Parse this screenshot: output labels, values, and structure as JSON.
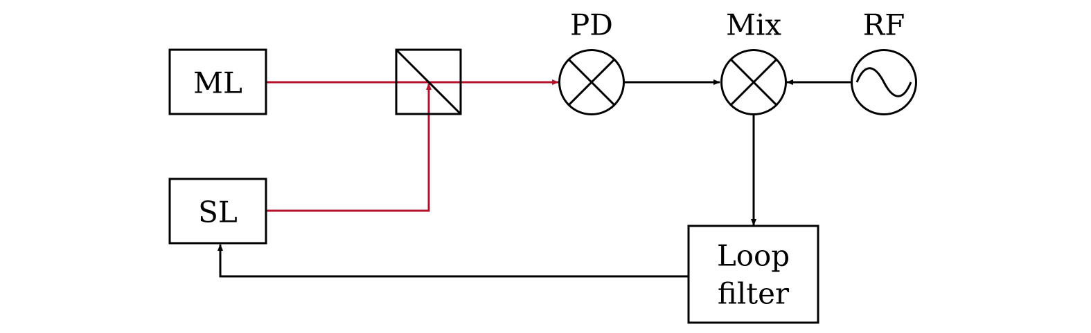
{
  "diagram": {
    "nodes": {
      "ml": {
        "label": "ML"
      },
      "sl": {
        "label": "SL"
      },
      "beam_splitter": {},
      "pd": {
        "label": "PD"
      },
      "mix": {
        "label": "Mix"
      },
      "rf": {
        "label": "RF"
      },
      "loop_filter": {
        "label_line1": "Loop",
        "label_line2": "filter"
      }
    },
    "colors": {
      "optical_path": "#b5122e",
      "electrical_path": "#000000",
      "outline": "#000000",
      "background": "#ffffff"
    },
    "icons": {
      "pd": "crossed-circle-icon",
      "mix": "crossed-circle-icon",
      "rf": "sine-wave-icon",
      "beam_splitter": "beam-splitter-icon"
    }
  }
}
